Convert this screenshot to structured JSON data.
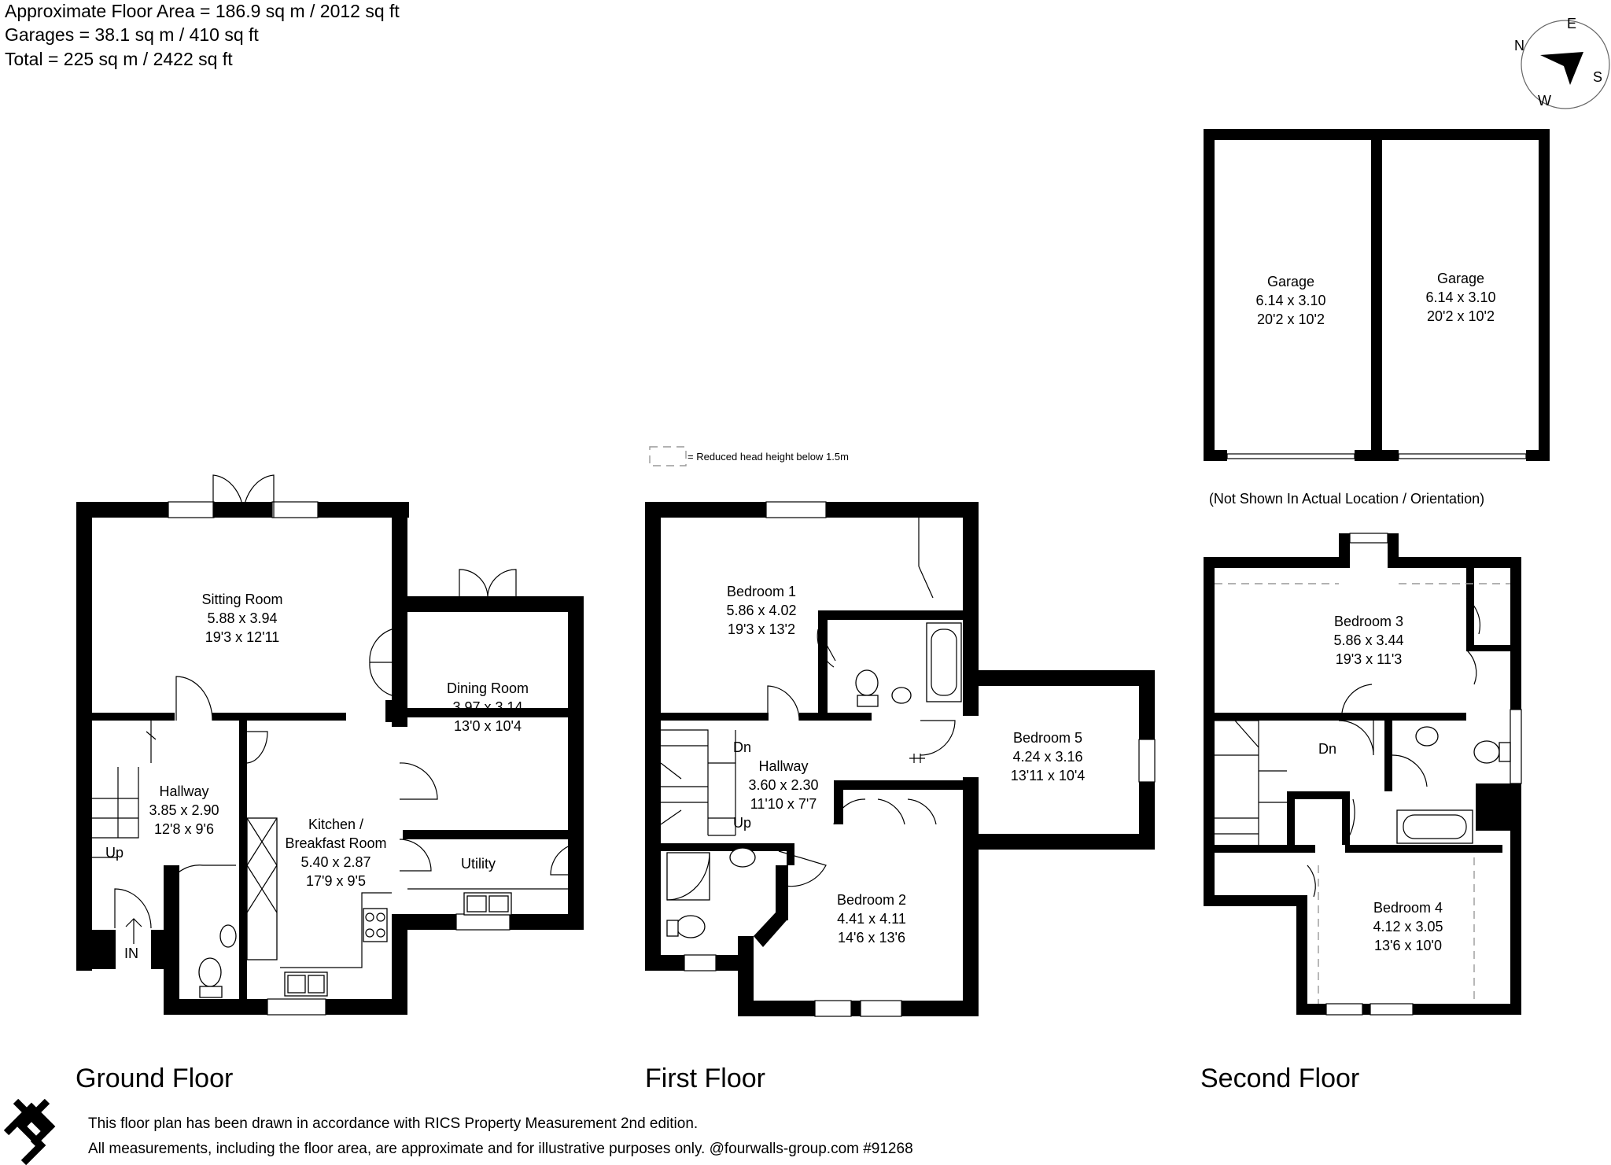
{
  "header": {
    "floor_area": "Approximate Floor Area = 186.9 sq m / 2012 sq ft",
    "garages": "Garages = 38.1 sq m / 410 sq ft",
    "total": "Total = 225 sq m / 2422 sq ft"
  },
  "compass": {
    "n": "N",
    "e": "E",
    "s": "S",
    "w": "W"
  },
  "legend": {
    "reduced_head_height": "= Reduced head height below 1.5m"
  },
  "floors": {
    "ground": "Ground Floor",
    "first": "First Floor",
    "second": "Second Floor"
  },
  "garage_note": "(Not Shown In Actual Location / Orientation)",
  "labels": {
    "up": "Up",
    "dn": "Dn",
    "in": "IN"
  },
  "rooms": {
    "sitting": {
      "name": "Sitting Room",
      "metric": "5.88 x 3.94",
      "imperial": "19'3 x 12'11"
    },
    "dining": {
      "name": "Dining Room",
      "metric": "3.97 x 3.14",
      "imperial": "13'0 x 10'4"
    },
    "hallway_g": {
      "name": "Hallway",
      "metric": "3.85 x 2.90",
      "imperial": "12'8 x 9'6"
    },
    "kitchen": {
      "name1": "Kitchen /",
      "name2": "Breakfast Room",
      "metric": "5.40 x 2.87",
      "imperial": "17'9 x 9'5"
    },
    "utility": {
      "name": "Utility"
    },
    "bedroom1": {
      "name": "Bedroom 1",
      "metric": "5.86 x 4.02",
      "imperial": "19'3 x 13'2"
    },
    "hallway_f": {
      "name": "Hallway",
      "metric": "3.60 x 2.30",
      "imperial": "11'10 x 7'7"
    },
    "bedroom5": {
      "name": "Bedroom 5",
      "metric": "4.24 x 3.16",
      "imperial": "13'11 x 10'4"
    },
    "bedroom2": {
      "name": "Bedroom 2",
      "metric": "4.41 x 4.11",
      "imperial": "14'6 x 13'6"
    },
    "bedroom3": {
      "name": "Bedroom 3",
      "metric": "5.86 x 3.44",
      "imperial": "19'3 x 11'3"
    },
    "bedroom4": {
      "name": "Bedroom 4",
      "metric": "4.12 x 3.05",
      "imperial": "13'6 x 10'0"
    },
    "garage1": {
      "name": "Garage",
      "metric": "6.14 x 3.10",
      "imperial": "20'2 x 10'2"
    },
    "garage2": {
      "name": "Garage",
      "metric": "6.14 x 3.10",
      "imperial": "20'2 x 10'2"
    }
  },
  "footer": {
    "line1": "This floor plan has been drawn in accordance with RICS Property Measurement 2nd edition.",
    "line2": "All measurements, including the floor area, are approximate and for illustrative purposes only. @fourwalls-group.com #91268"
  },
  "colors": {
    "wall": "#000000",
    "background": "#ffffff",
    "dashed": "#999999"
  },
  "icons": {
    "compass": "compass-icon",
    "logo": "fourwalls-logo-icon",
    "entrance": "entrance-arrow-icon"
  }
}
